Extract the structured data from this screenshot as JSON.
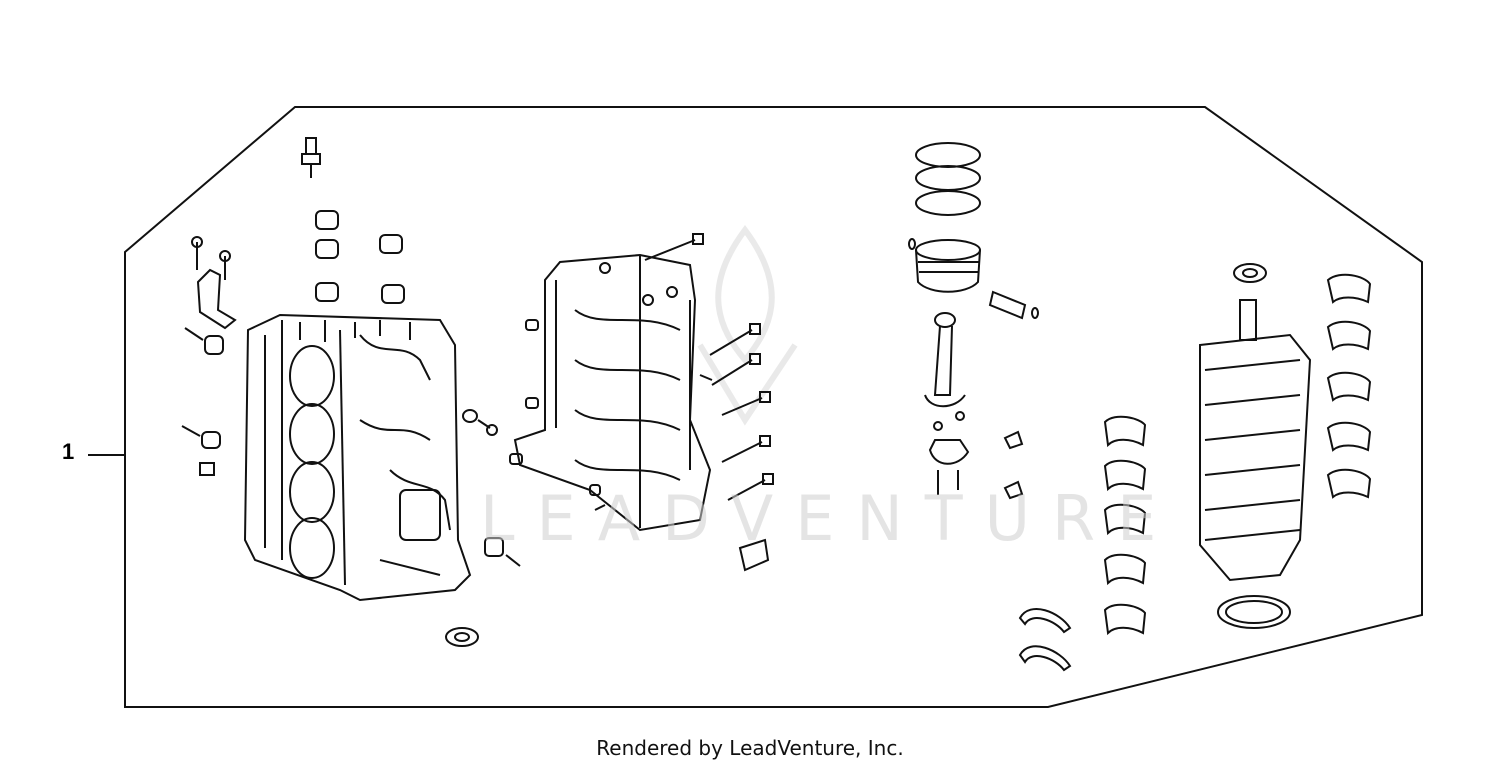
{
  "diagram": {
    "callouts": [
      {
        "number": "1"
      }
    ],
    "watermark": {
      "text": "LEADVENTURE"
    },
    "footer": "Rendered by LeadVenture, Inc."
  }
}
